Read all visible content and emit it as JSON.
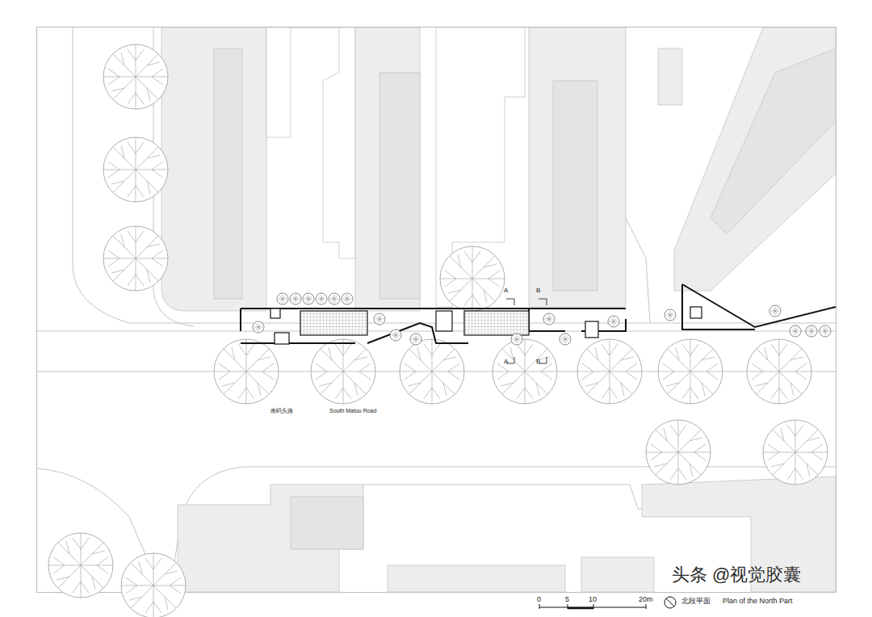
{
  "diagram": {
    "labels": [
      "南码头路",
      "South Matou Road",
      "A",
      "B",
      "A",
      "B",
      "0",
      "5",
      "10",
      "20m",
      "北段平面",
      "Plan of the North Part",
      "头条 @视觉胶囊"
    ]
  }
}
